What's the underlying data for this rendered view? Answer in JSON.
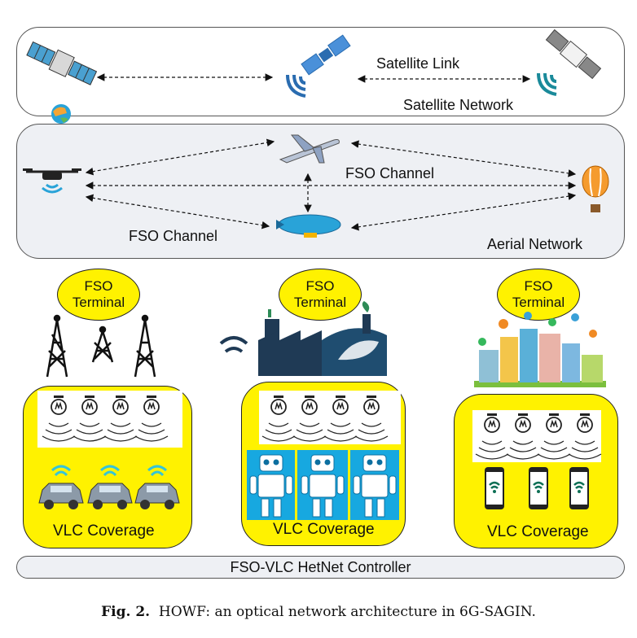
{
  "satellite": {
    "link_label": "Satellite Link",
    "network_label": "Satellite Network"
  },
  "aerial": {
    "fso_top": "FSO Channel",
    "fso_bottom": "FSO Channel",
    "network_label": "Aerial Network"
  },
  "terminals": [
    {
      "line1": "FSO",
      "line2": "Terminal"
    },
    {
      "line1": "FSO",
      "line2": "Terminal"
    },
    {
      "line1": "FSO",
      "line2": "Terminal"
    }
  ],
  "coverage": [
    "VLC Coverage",
    "VLC Coverage",
    "VLC Coverage"
  ],
  "controller": {
    "label": "FSO-VLC HetNet Controller"
  },
  "caption": {
    "bold": "Fig. 2.",
    "text": "HOWF: an optical network architecture in 6G-SAGIN."
  },
  "colors": {
    "yellow": "#fff200",
    "blue": "#17a8e0",
    "panel_bg": "#eef0f4"
  }
}
